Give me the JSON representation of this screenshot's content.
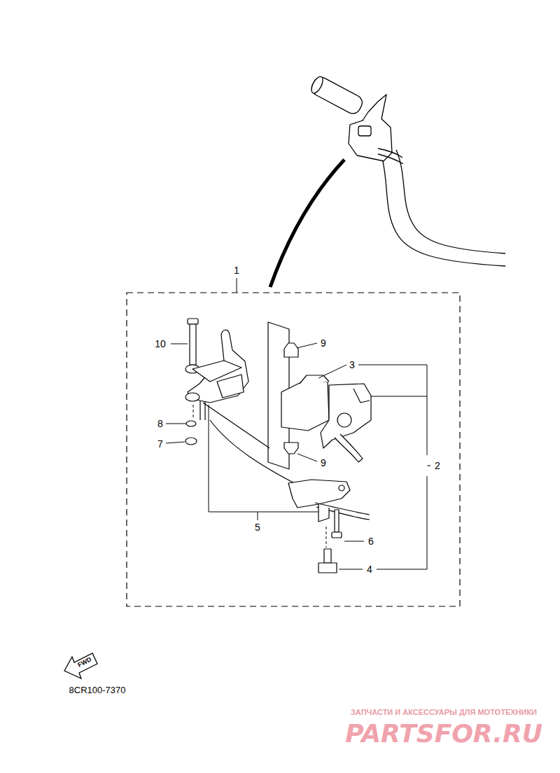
{
  "diagram": {
    "labels": [
      "1",
      "10",
      "9",
      "3",
      "8",
      "2",
      "7",
      "9",
      "5",
      "6",
      "4",
      "FWD",
      "8CR100-7370",
      "ЗАПЧАСТИ И АКСЕССУАРЫ ДЛЯ МОТОТЕХНИКИ",
      "PARTSFOR.RU"
    ]
  }
}
